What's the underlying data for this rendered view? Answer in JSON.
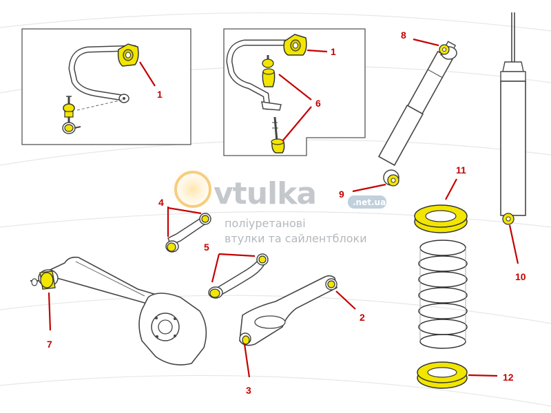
{
  "watermark": {
    "brand": "vtulka",
    "domain": ".net.ua",
    "tagline_1": "поліуретанові",
    "tagline_2": "втулки та сайлентблоки"
  },
  "callouts": {
    "c1a": "1",
    "c1b": "1",
    "c2": "2",
    "c3": "3",
    "c4": "4",
    "c5": "5",
    "c6": "6",
    "c7": "7",
    "c8": "8",
    "c9": "9",
    "c10": "10",
    "c11": "11",
    "c12": "12"
  },
  "colors": {
    "bushing": "#f2e600",
    "callout": "#c40000",
    "outline": "#333333"
  }
}
